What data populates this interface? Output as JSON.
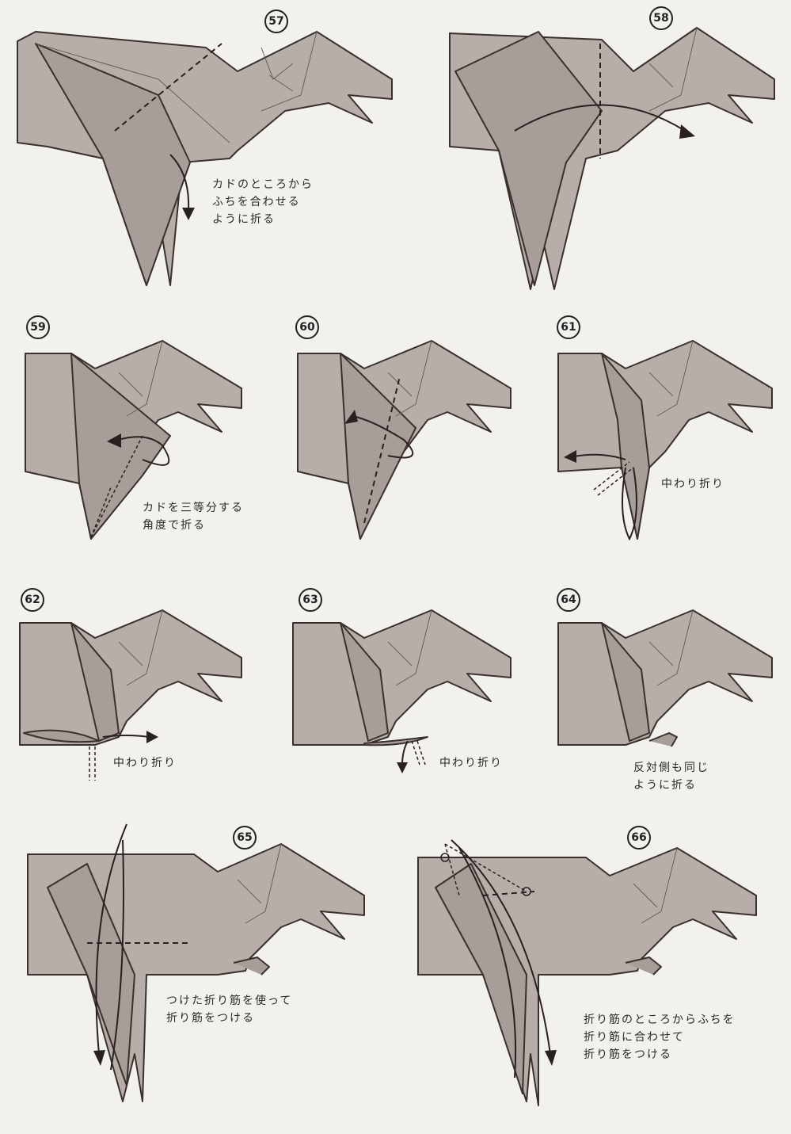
{
  "steps": [
    {
      "number": "57",
      "caption": [
        "カドのところから",
        "ふちを合わせる",
        "ように折る"
      ]
    },
    {
      "number": "58",
      "caption": []
    },
    {
      "number": "59",
      "caption": [
        "カドを三等分する",
        "角度で折る"
      ]
    },
    {
      "number": "60",
      "caption": []
    },
    {
      "number": "61",
      "caption": [
        "中わり折り"
      ]
    },
    {
      "number": "62",
      "caption": [
        "中わり折り"
      ]
    },
    {
      "number": "63",
      "caption": [
        "中わり折り"
      ]
    },
    {
      "number": "64",
      "caption": [
        "反対側も同じ",
        "ように折る"
      ]
    },
    {
      "number": "65",
      "caption": [
        "つけた折り筋を使って",
        "折り筋をつける"
      ]
    },
    {
      "number": "66",
      "caption": [
        "折り筋のところからふちを",
        "折り筋に合わせて",
        "折り筋をつける"
      ]
    }
  ],
  "colors": {
    "paper": "#b7aeaa",
    "paper_dark": "#a79d99",
    "line": "#3a302c",
    "background": "#f3f1ed"
  }
}
